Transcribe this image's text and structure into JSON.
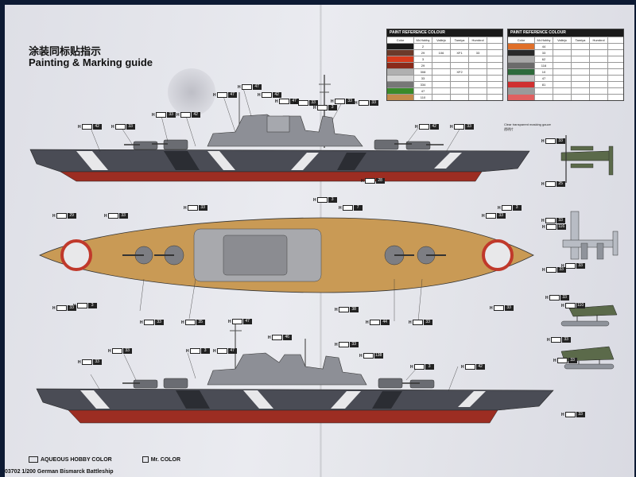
{
  "title_cn": "涂装同标贴指示",
  "title_en": "Painting & Marking guide",
  "table_left": {
    "header": "PAINT REFERENCE COLOUR",
    "columns": [
      "Color",
      "Mr.Hobby",
      "Vallejo",
      "Tamiya",
      "Humbrol"
    ],
    "rows": [
      {
        "color": "#1a1a1a",
        "code": "2",
        "c2": "",
        "c3": "",
        "c4": ""
      },
      {
        "color": "#6b3a2a",
        "code": "29",
        "c2": "106",
        "c3": "XF1",
        "c4": "33"
      },
      {
        "color": "#d63a1c",
        "code": "3",
        "c2": "",
        "c3": "",
        "c4": ""
      },
      {
        "color": "#8a2a1a",
        "code": "29",
        "c2": "",
        "c3": "",
        "c4": ""
      },
      {
        "color": "#b0b0b0",
        "code": "308",
        "c2": "",
        "c3": "XF2",
        "c4": ""
      },
      {
        "color": "#d6d6d6",
        "code": "33",
        "c2": "",
        "c3": "",
        "c4": ""
      },
      {
        "color": "#777777",
        "code": "334",
        "c2": "",
        "c3": "",
        "c4": ""
      },
      {
        "color": "#3a8a2a",
        "code": "47",
        "c2": "",
        "c3": "",
        "c4": ""
      },
      {
        "color": "#c28a4a",
        "code": "110",
        "c2": "",
        "c3": "",
        "c4": ""
      }
    ]
  },
  "table_right": {
    "header": "PAINT REFERENCE COLOUR",
    "columns": [
      "Color",
      "Mr.Hobby",
      "Vallejo",
      "Tamiya",
      "Humbrol"
    ],
    "rows": [
      {
        "color": "#e0702a",
        "code": "44",
        "c2": "",
        "c3": "",
        "c4": ""
      },
      {
        "color": "#2a2a2a",
        "code": "33",
        "c2": "",
        "c3": "",
        "c4": ""
      },
      {
        "color": "#a8a8a8",
        "code": "62",
        "c2": "",
        "c3": "",
        "c4": ""
      },
      {
        "color": "#6b6b6b",
        "code": "116",
        "c2": "",
        "c3": "",
        "c4": ""
      },
      {
        "color": "#2e6a3a",
        "code": "10",
        "c2": "",
        "c3": "",
        "c4": ""
      },
      {
        "color": "#c0c0c0",
        "code": "47",
        "c2": "",
        "c3": "",
        "c4": ""
      },
      {
        "color": "#d03030",
        "code": "81",
        "c2": "",
        "c3": "",
        "c4": ""
      },
      {
        "color": "#9a9a9a",
        "code": "",
        "c2": "",
        "c3": "",
        "c4": ""
      },
      {
        "color": "#e06060",
        "code": "",
        "c2": "",
        "c3": "",
        "c4": ""
      }
    ]
  },
  "side_note": "Clear transparent masking gauze",
  "side_note_cn": "透明片",
  "legend_aqueous": "AQUEOUS HOBBY COLOR",
  "legend_mr": "Mr. COLOR",
  "footer": "03702 1/200 German Bismarck Battleship",
  "colors": {
    "hull_upper": "#4a4c55",
    "hull_lower": "#9c2d22",
    "deck": "#c99a55"
  },
  "tags": [
    {
      "h": "H",
      "n": "42"
    },
    {
      "h": "H",
      "n": "33"
    },
    {
      "h": "H",
      "n": "33"
    },
    {
      "h": "H",
      "n": "42"
    },
    {
      "h": "H",
      "n": "47"
    },
    {
      "h": "H",
      "n": "47"
    },
    {
      "h": "H",
      "n": "42"
    },
    {
      "h": "H",
      "n": "47"
    },
    {
      "h": "H",
      "n": "33"
    },
    {
      "h": "H",
      "n": "3"
    },
    {
      "h": "H",
      "n": "33"
    },
    {
      "h": "H",
      "n": "33"
    },
    {
      "h": "H",
      "n": "42"
    },
    {
      "h": "H",
      "n": "33"
    },
    {
      "h": "H",
      "n": "33"
    },
    {
      "h": "H",
      "n": "29"
    },
    {
      "h": "H",
      "n": "33"
    },
    {
      "h": "H",
      "n": "33"
    },
    {
      "h": "H",
      "n": "3"
    },
    {
      "h": "H",
      "n": "25"
    },
    {
      "h": "H",
      "n": "28"
    },
    {
      "h": "H",
      "n": "33"
    },
    {
      "h": "H",
      "n": "7"
    },
    {
      "h": "H",
      "n": "33"
    },
    {
      "h": "H",
      "n": "3"
    },
    {
      "h": "H",
      "n": "116"
    },
    {
      "h": "H",
      "n": "33"
    },
    {
      "h": "H",
      "n": "3"
    },
    {
      "h": "H",
      "n": "33"
    },
    {
      "h": "H",
      "n": "33"
    },
    {
      "h": "H",
      "n": "35"
    },
    {
      "h": "H",
      "n": "47"
    },
    {
      "h": "H",
      "n": "38"
    },
    {
      "h": "H",
      "n": "44"
    },
    {
      "h": "H",
      "n": "33"
    },
    {
      "h": "H",
      "n": "33"
    },
    {
      "h": "H",
      "n": "33"
    },
    {
      "h": "H",
      "n": "33"
    },
    {
      "h": "H",
      "n": "3"
    },
    {
      "h": "H",
      "n": "47"
    },
    {
      "h": "H",
      "n": "46"
    },
    {
      "h": "H",
      "n": "33"
    },
    {
      "h": "H",
      "n": "138"
    },
    {
      "h": "H",
      "n": "33"
    },
    {
      "h": "H",
      "n": "42"
    },
    {
      "h": "H",
      "n": "33"
    },
    {
      "h": "H",
      "n": "33"
    },
    {
      "h": "H",
      "n": "3"
    },
    {
      "h": "H",
      "n": "110"
    },
    {
      "h": "H",
      "n": "33"
    },
    {
      "h": "H",
      "n": "33"
    }
  ]
}
